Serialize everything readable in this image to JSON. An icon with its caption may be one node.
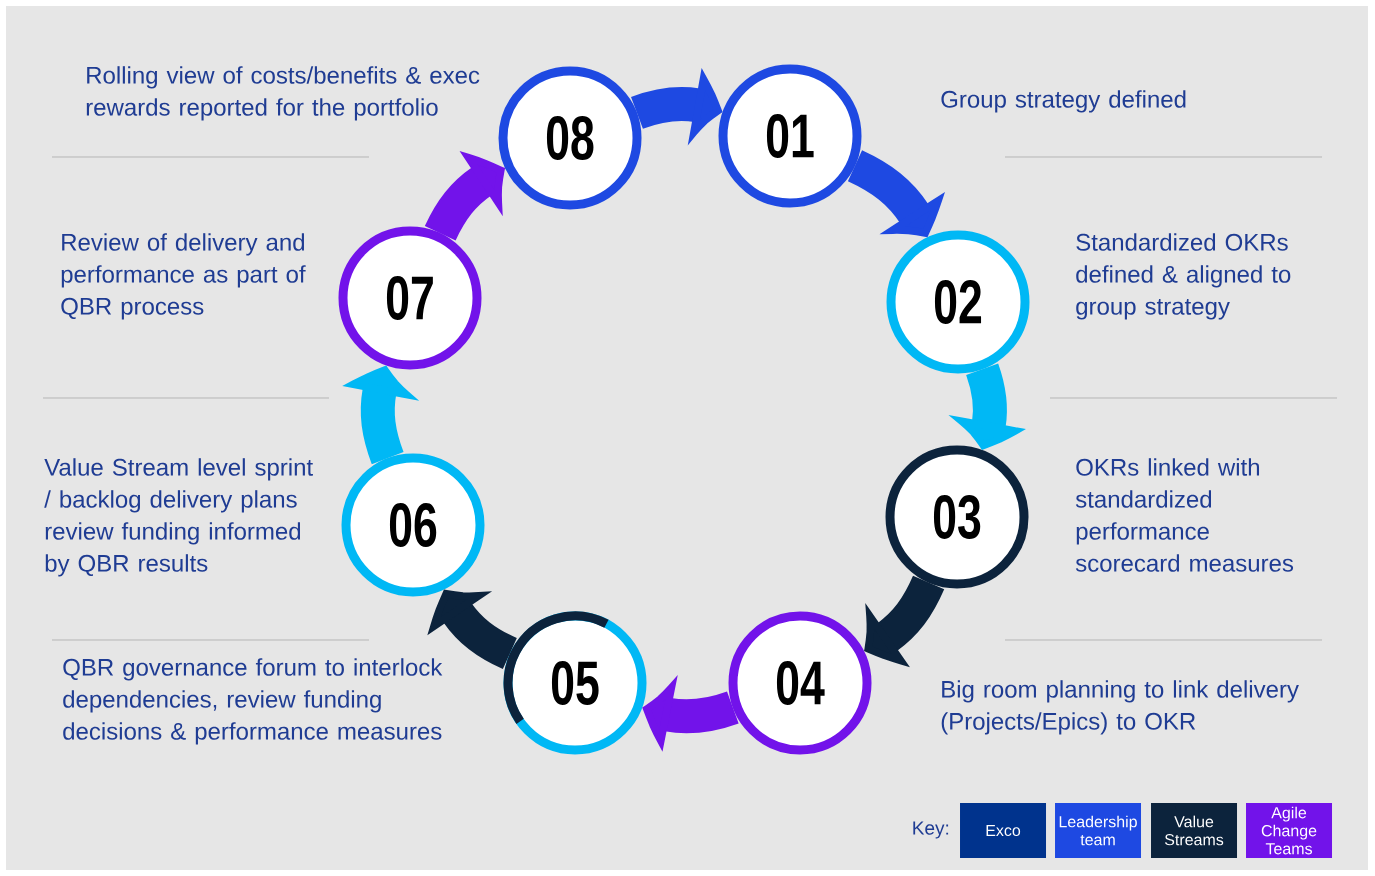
{
  "diagram": {
    "nodes": [
      {
        "text": [
          "01"
        ],
        "beside": [
          "Group strategy defined"
        ]
      },
      {
        "text": [
          "02"
        ],
        "beside": [
          "Standardized OKRs defined & aligned to group strategy"
        ]
      },
      {
        "text": [
          "03"
        ],
        "beside": [
          "OKRs linked with standardized performance scorecard measures"
        ]
      },
      {
        "text": [
          "04"
        ],
        "beside": [
          "Big room planning to link delivery (Projects/Epics) to OKR"
        ]
      },
      {
        "text": [
          "05"
        ],
        "beside": [
          "QBR governance forum to interlock dependencies, review funding decisions & performance measures"
        ]
      },
      {
        "text": [
          "06"
        ],
        "beside": [
          "Value Stream level sprint / backlog delivery plans review funding informed by QBR results"
        ]
      },
      {
        "text": [
          "07"
        ],
        "beside": [
          "Review of delivery and performance as part of QBR process"
        ]
      },
      {
        "text": [
          "08"
        ],
        "beside": [
          "Rolling view of costs/benefits & exec rewards reported for the portfolio"
        ]
      }
    ],
    "edges": [
      {
        "from": 0,
        "to": 1,
        "arrow": "to",
        "color": "#1e49e2"
      },
      {
        "from": 1,
        "to": 2,
        "arrow": "to",
        "color": "#00b8f5"
      },
      {
        "from": 2,
        "to": 3,
        "arrow": "to",
        "color": "#0c233c"
      },
      {
        "from": 3,
        "to": 4,
        "arrow": "to",
        "color": "#7213ea"
      },
      {
        "from": 4,
        "to": 5,
        "arrow": "to",
        "color": "#0c233c"
      },
      {
        "from": 5,
        "to": 6,
        "arrow": "to",
        "color": "#00b8f5"
      },
      {
        "from": 6,
        "to": 7,
        "arrow": "to",
        "color": "#7213ea"
      },
      {
        "from": 7,
        "to": 0,
        "arrow": "to",
        "color": "#1e49e2"
      }
    ],
    "labels": [
      "Key:"
    ],
    "legend": [
      {
        "text": "Exco",
        "color": "#00338d"
      },
      {
        "text": "Leadership team",
        "color": "#1e49e2"
      },
      {
        "text": "Value Streams",
        "color": "#0c233c"
      },
      {
        "text": "Agile Change Teams",
        "color": "#7213ea"
      }
    ]
  }
}
